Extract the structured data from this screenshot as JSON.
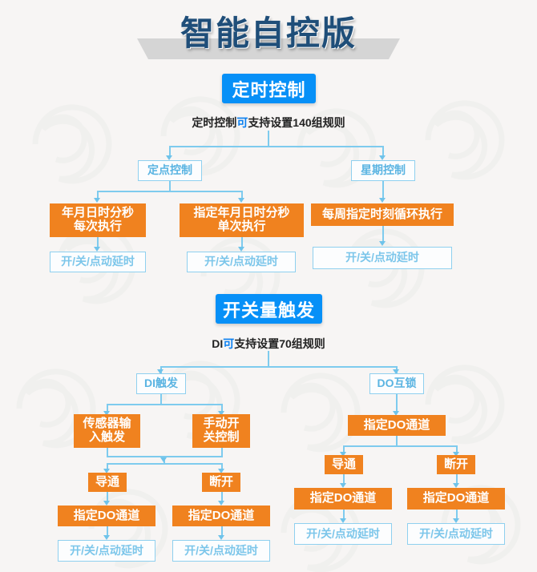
{
  "page": {
    "title": "智能自控版",
    "background_color": "#f7f5f4",
    "accent_blue": "#0790f7",
    "accent_orange": "#f0821f",
    "line_blue": "#7ecbee",
    "outline_text_blue": "#5ab4e2"
  },
  "sections": [
    {
      "heading": "定时控制",
      "subtitle_prefix": "定时控制",
      "subtitle_highlight": "可",
      "subtitle_suffix": "支持设置140组规则"
    },
    {
      "heading": "开关量触发",
      "subtitle_prefix": "DI",
      "subtitle_highlight": "可",
      "subtitle_suffix": "支持设置70组规则"
    }
  ],
  "timer_flow": {
    "branch_left": {
      "label": "定点控制",
      "children": [
        {
          "action_line1": "年月日时分秒",
          "action_line2": "每次执行",
          "result": "开/关/点动延时"
        },
        {
          "action_line1": "指定年月日时分秒",
          "action_line2": "单次执行",
          "result": "开/关/点动延时"
        }
      ]
    },
    "branch_right": {
      "label": "星期控制",
      "action": "每周指定时刻循环执行",
      "result": "开/关/点动延时"
    }
  },
  "digital_flow": {
    "branch_left": {
      "label": "DI触发",
      "trigger_a_line1": "传感器输",
      "trigger_a_line2": "入触发",
      "trigger_b_line1": "手动开",
      "trigger_b_line2": "关控制",
      "state_on": "导通",
      "state_off": "断开",
      "channel_on": "指定DO通道",
      "channel_off": "指定DO通道",
      "result_on": "开/关/点动延时",
      "result_off": "开/关/点动延时"
    },
    "branch_right": {
      "label": "DO互锁",
      "channel_top": "指定DO通道",
      "state_on": "导通",
      "state_off": "断开",
      "channel_on": "指定DO通道",
      "channel_off": "指定DO通道",
      "result_on": "开/关/点动延时",
      "result_off": "开/关/点动延时"
    }
  }
}
